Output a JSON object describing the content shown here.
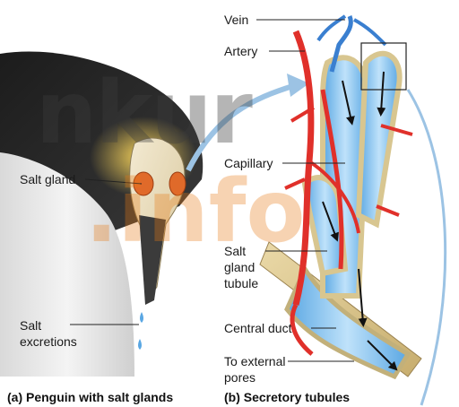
{
  "labels": {
    "salt_gland": "Salt gland",
    "salt_excretions_1": "Salt",
    "salt_excretions_2": "excretions",
    "vein": "Vein",
    "artery": "Artery",
    "capillary": "Capillary",
    "tubule_1": "Salt",
    "tubule_2": "gland",
    "tubule_3": "tubule",
    "central_duct": "Central duct",
    "pores_1": "To external",
    "pores_2": "pores"
  },
  "captions": {
    "a": "(a) Penguin with salt glands",
    "b": "(b) Secretory tubules"
  },
  "watermark": {
    "line1": "nkur",
    "line2": ".info"
  },
  "colors": {
    "artery": "#e0302a",
    "vein": "#3a7fd0",
    "duct": "#8ec8ef",
    "tubule_wall": "#e8dcb4",
    "feather_dark": "#222222",
    "beak_yellow": "#f2c94c",
    "gland": "#e06a2a"
  }
}
